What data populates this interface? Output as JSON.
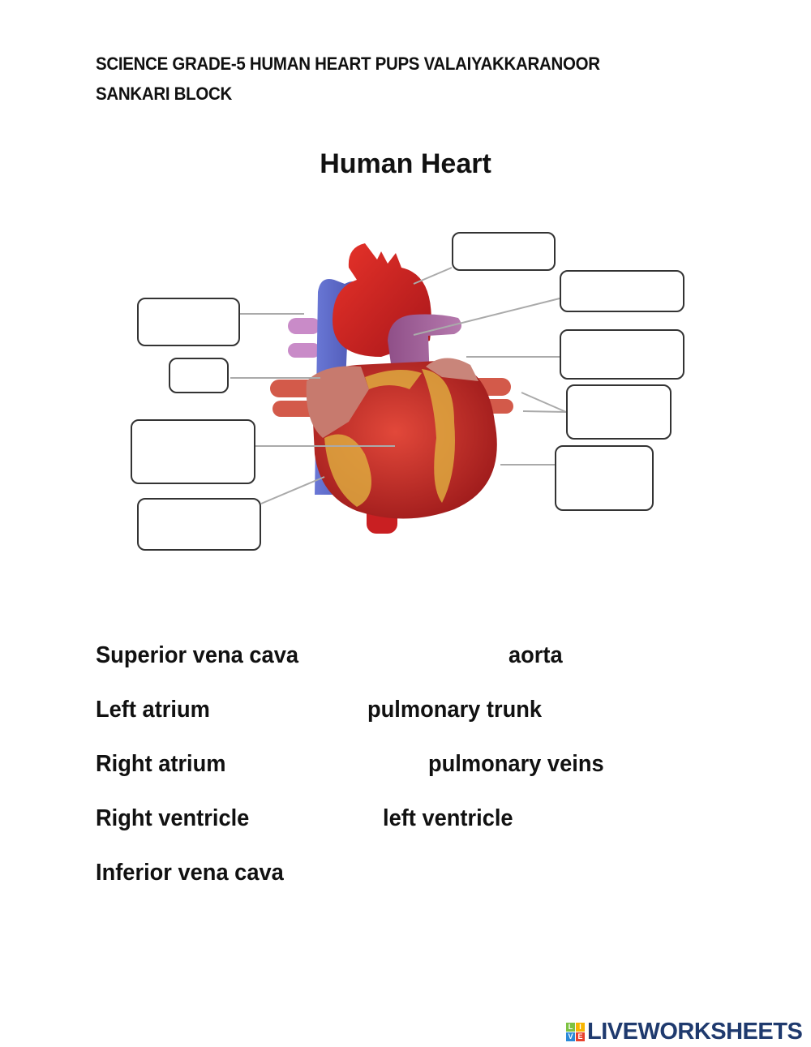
{
  "header": {
    "line1": "SCIENCE GRADE-5 HUMAN HEART PUPS VALAIYAKKARANOOR",
    "line2": "SANKARI BLOCK"
  },
  "diagram": {
    "title": "Human Heart",
    "label_boxes": [
      {
        "id": "left-1",
        "value": ""
      },
      {
        "id": "left-2",
        "value": ""
      },
      {
        "id": "left-3",
        "value": ""
      },
      {
        "id": "left-4",
        "value": ""
      },
      {
        "id": "right-1",
        "value": ""
      },
      {
        "id": "right-2",
        "value": ""
      },
      {
        "id": "right-3",
        "value": ""
      },
      {
        "id": "right-4",
        "value": ""
      },
      {
        "id": "right-5",
        "value": ""
      }
    ]
  },
  "word_bank": {
    "left_column": [
      "Superior vena cava",
      "Left atrium",
      "Right atrium",
      "Right ventricle",
      "Inferior vena cava"
    ],
    "right_column": [
      "aorta",
      "pulmonary trunk",
      "pulmonary veins",
      "left ventricle"
    ]
  },
  "footer": {
    "brand": "LIVEWORKSHEETS",
    "logo_letters": [
      "L",
      "I",
      "V",
      "E"
    ],
    "logo_colors": [
      "#7dc242",
      "#f7b500",
      "#2b8ad8",
      "#e8412c"
    ]
  }
}
